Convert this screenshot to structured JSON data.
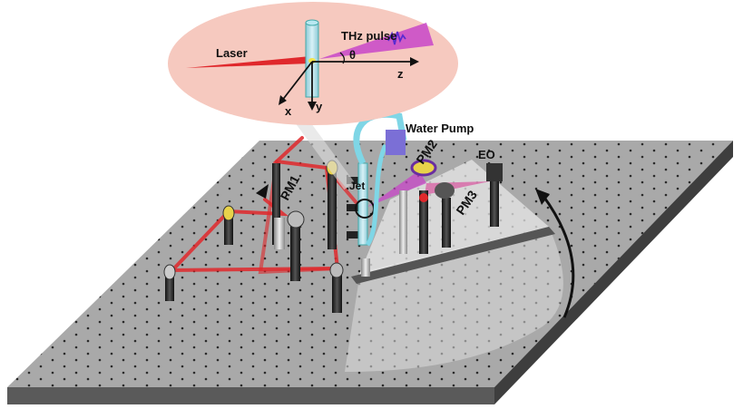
{
  "inset": {
    "laser_label": "Laser",
    "thz_label": "THz pulse",
    "theta_label": "θ",
    "axis_x": "x",
    "axis_y": "y",
    "axis_z": "z"
  },
  "labels": {
    "water_pump": "Water Pump",
    "pm1": "PM1",
    "pm2": "PM2",
    "pm3": "PM3",
    "eo": "EO",
    "jet": "Jet"
  },
  "colors": {
    "table_top": "#a9a9a9",
    "table_side": "#5a5a5a",
    "inset_fill": "#f6c9bf",
    "laser_beam": "#e0282c",
    "thz_beam": "#c846c8",
    "water_tube": "#7fd6e6",
    "pump_box": "#7b6fd6",
    "rotation_stage": "#c0c0c0"
  }
}
